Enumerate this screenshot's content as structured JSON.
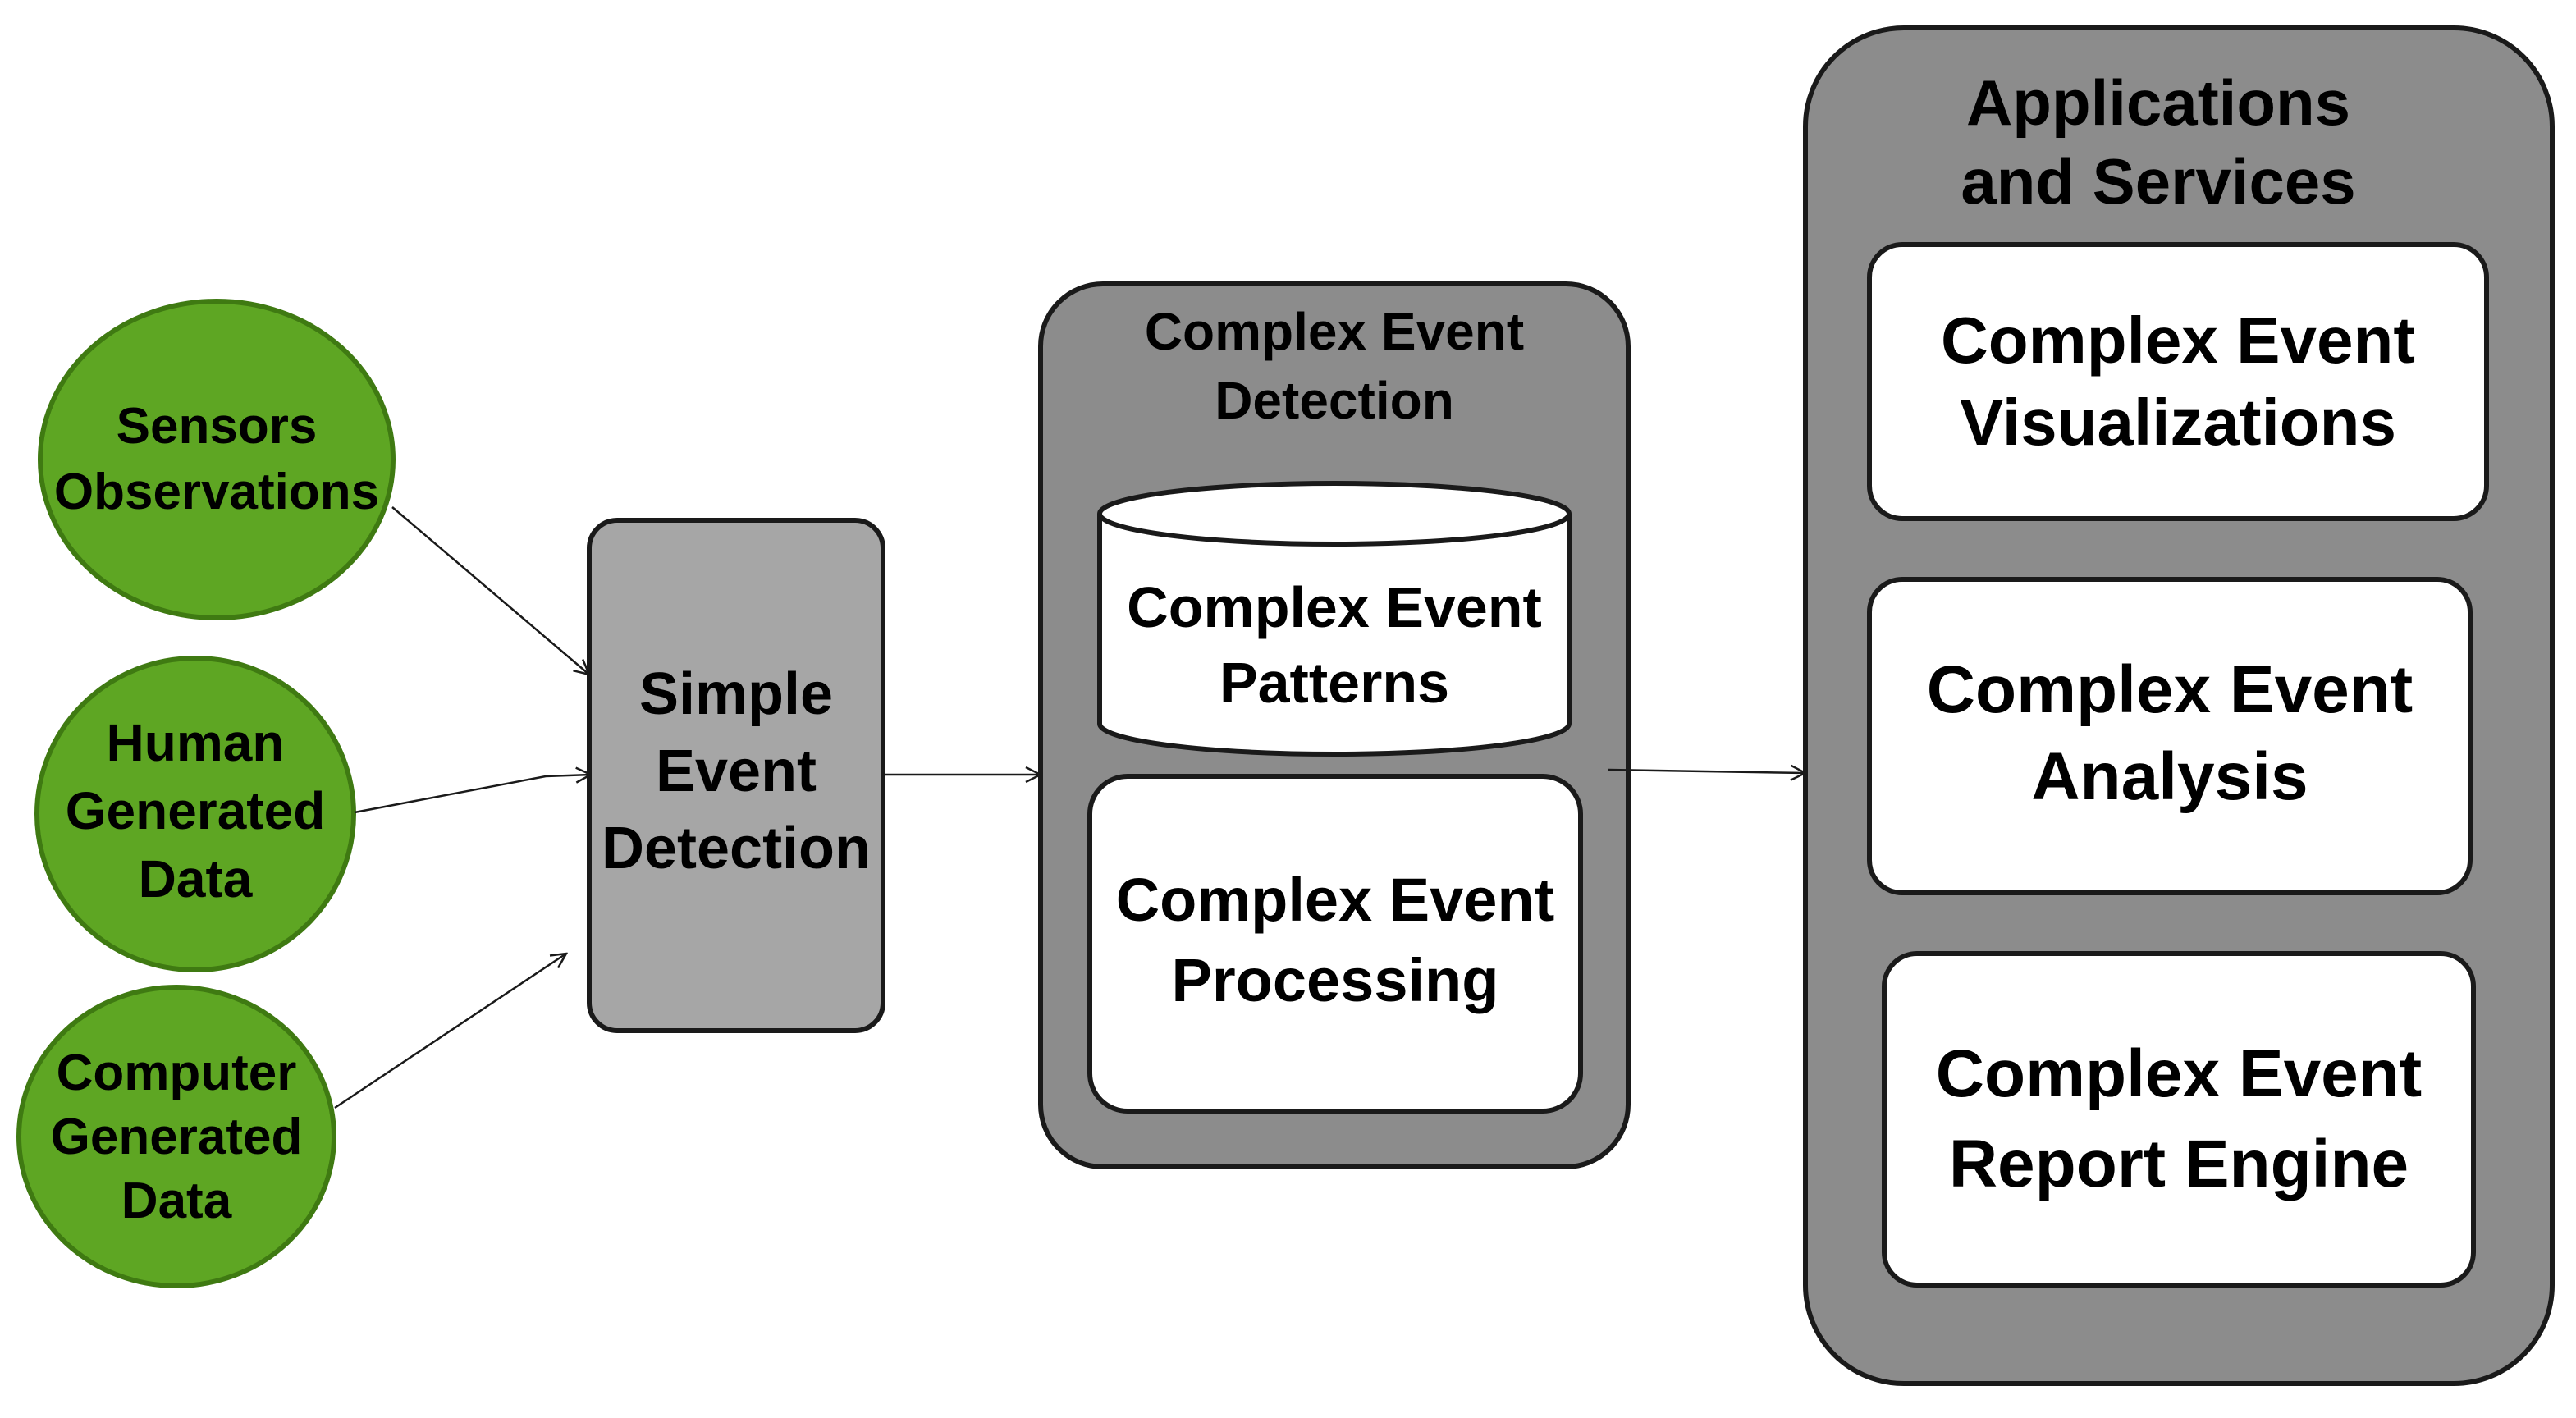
{
  "sources": {
    "sensors": {
      "line1": "Sensors",
      "line2": "Observations"
    },
    "human": {
      "line1": "Human",
      "line2": "Generated",
      "line3": "Data"
    },
    "computer": {
      "line1": "Computer",
      "line2": "Generated",
      "line3": "Data"
    }
  },
  "simple_detection": {
    "line1": "Simple",
    "line2": "Event",
    "line3": "Detection"
  },
  "complex_detection": {
    "title_line1": "Complex Event",
    "title_line2": "Detection",
    "patterns": {
      "line1": "Complex Event",
      "line2": "Patterns"
    },
    "processing": {
      "line1": "Complex Event",
      "line2": "Processing"
    }
  },
  "applications": {
    "title_line1": "Applications",
    "title_line2": "and Services",
    "visualizations": {
      "line1": "Complex Event",
      "line2": "Visualizations"
    },
    "analysis": {
      "line1": "Complex Event",
      "line2": "Analysis"
    },
    "report": {
      "line1": "Complex Event",
      "line2": "Report Engine"
    }
  },
  "colors": {
    "source_fill": "#5ea623",
    "source_stroke": "#3f7a12",
    "simple_fill": "#a6a6a6",
    "container_fill": "#8c8c8c",
    "box_fill": "#ffffff",
    "outline": "#1a1a1a"
  }
}
